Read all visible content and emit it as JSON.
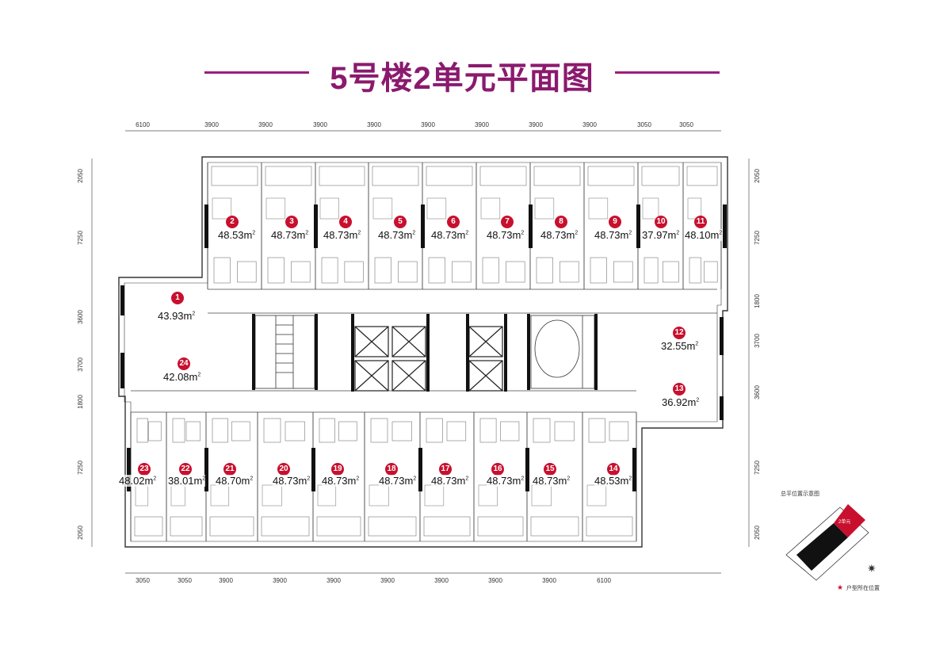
{
  "title": "5号楼2单元平面图",
  "dims": {
    "top": [
      "6100",
      "3900",
      "3900",
      "3900",
      "3900",
      "3900",
      "3900",
      "3900",
      "3900",
      "3050",
      "3050"
    ],
    "bottom": [
      "3050",
      "3050",
      "3900",
      "3900",
      "3900",
      "3900",
      "3900",
      "3900",
      "3900",
      "6100"
    ],
    "left": [
      "2050",
      "7250",
      "3600",
      "3700",
      "1800",
      "7250",
      "2050"
    ],
    "right": [
      "2050",
      "7250",
      "1800",
      "3700",
      "3600",
      "7250",
      "2050"
    ]
  },
  "units": [
    {
      "num": "1",
      "area": "43.93m"
    },
    {
      "num": "2",
      "area": "48.53m"
    },
    {
      "num": "3",
      "area": "48.73m"
    },
    {
      "num": "4",
      "area": "48.73m"
    },
    {
      "num": "5",
      "area": "48.73m"
    },
    {
      "num": "6",
      "area": "48.73m"
    },
    {
      "num": "7",
      "area": "48.73m"
    },
    {
      "num": "8",
      "area": "48.73m"
    },
    {
      "num": "9",
      "area": "48.73m"
    },
    {
      "num": "10",
      "area": "37.97m"
    },
    {
      "num": "11",
      "area": "48.10m"
    },
    {
      "num": "12",
      "area": "32.55m"
    },
    {
      "num": "13",
      "area": "36.92m"
    },
    {
      "num": "14",
      "area": "48.53m"
    },
    {
      "num": "15",
      "area": "48.73m"
    },
    {
      "num": "16",
      "area": "48.73m"
    },
    {
      "num": "17",
      "area": "48.73m"
    },
    {
      "num": "18",
      "area": "48.73m"
    },
    {
      "num": "19",
      "area": "48.73m"
    },
    {
      "num": "20",
      "area": "48.73m"
    },
    {
      "num": "21",
      "area": "48.70m"
    },
    {
      "num": "22",
      "area": "38.01m"
    },
    {
      "num": "23",
      "area": "48.02m"
    },
    {
      "num": "24",
      "area": "42.08m"
    }
  ],
  "sup": "2",
  "legend": {
    "title": "总平位置示意图",
    "unit_tag": "2单元",
    "note": "户型所在位置",
    "star": "★",
    "compass": "✷"
  },
  "colors": {
    "title": "#8a1a6e",
    "badge": "#c8102e",
    "wall": "#111111"
  }
}
